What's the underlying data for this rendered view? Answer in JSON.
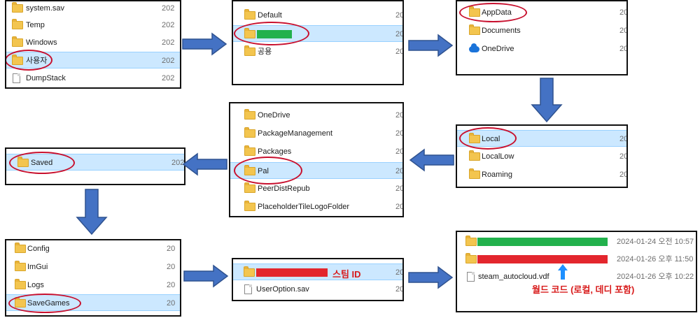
{
  "panel1": {
    "items": [
      {
        "name": "system.sav",
        "date": "202"
      },
      {
        "name": "Temp",
        "date": "202"
      },
      {
        "name": "Windows",
        "date": "202"
      },
      {
        "name": "사용자",
        "date": "202"
      },
      {
        "name": "DumpStack",
        "date": "202"
      }
    ]
  },
  "panel2": {
    "items": [
      {
        "name": "Default",
        "date": "20"
      },
      {
        "name": "",
        "date": "20"
      },
      {
        "name": "공용",
        "date": "20"
      }
    ]
  },
  "panel3": {
    "items": [
      {
        "name": "AppData",
        "date": "20"
      },
      {
        "name": "Documents",
        "date": "20"
      },
      {
        "name": "OneDrive",
        "date": "20"
      }
    ]
  },
  "panel4": {
    "items": [
      {
        "name": "Local",
        "date": "20"
      },
      {
        "name": "LocalLow",
        "date": "20"
      },
      {
        "name": "Roaming",
        "date": "20"
      }
    ]
  },
  "panel5": {
    "items": [
      {
        "name": "OneDrive",
        "date": "20"
      },
      {
        "name": "PackageManagement",
        "date": "20"
      },
      {
        "name": "Packages",
        "date": "20"
      },
      {
        "name": "Pal",
        "date": "20"
      },
      {
        "name": "PeerDistRepub",
        "date": "20"
      },
      {
        "name": "PlaceholderTileLogoFolder",
        "date": "20"
      }
    ]
  },
  "panel6": {
    "items": [
      {
        "name": "Saved",
        "date": "202"
      }
    ]
  },
  "panel7": {
    "items": [
      {
        "name": "Config",
        "date": "20"
      },
      {
        "name": "ImGui",
        "date": "20"
      },
      {
        "name": "Logs",
        "date": "20"
      },
      {
        "name": "SaveGames",
        "date": "20"
      }
    ]
  },
  "panel8": {
    "items": [
      {
        "name": "",
        "date": "20"
      },
      {
        "name": "UserOption.sav",
        "date": "20"
      }
    ],
    "annotation": "스팀 ID"
  },
  "panel9": {
    "items": [
      {
        "name": "",
        "date": "2024-01-24 오전 10:57"
      },
      {
        "name": "",
        "date": "2024-01-26 오후 11:50"
      },
      {
        "name": "steam_autocloud.vdf",
        "date": "2024-01-26 오후 10:22"
      }
    ],
    "annotation": "월드 코드 (로컬, 데디 포함)"
  },
  "colors": {
    "selection": "#cce8ff",
    "highlight_oval": "#c8102e",
    "arrow": "#4472c4",
    "redact_green": "#22b14c",
    "redact_red": "#e3262d",
    "annotation": "#d81b1b",
    "pointer": "#1e90ff"
  }
}
